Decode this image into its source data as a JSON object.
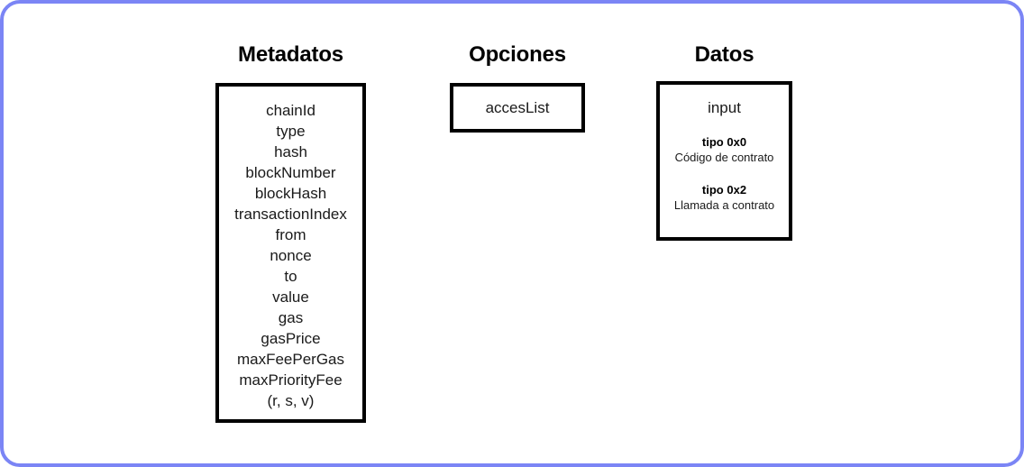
{
  "diagram": {
    "border_color": "#7b85f5",
    "box_border_color": "#000000",
    "background": "#ffffff",
    "columns": [
      {
        "id": "metadatos",
        "heading": "Metadatos",
        "items": [
          "chainId",
          "type",
          "hash",
          "blockNumber",
          "blockHash",
          "transactionIndex",
          "from",
          "nonce",
          "to",
          "value",
          "gas",
          "gasPrice",
          "maxFeePerGas",
          "maxPriorityFee",
          "(r, s, v)"
        ]
      },
      {
        "id": "opciones",
        "heading": "Opciones",
        "items": [
          "accesList"
        ]
      },
      {
        "id": "datos",
        "heading": "Datos",
        "title": "input",
        "groups": [
          {
            "label": "tipo 0x0",
            "description": "Código de contrato"
          },
          {
            "label": "tipo 0x2",
            "description": "Llamada a contrato"
          }
        ]
      }
    ]
  }
}
